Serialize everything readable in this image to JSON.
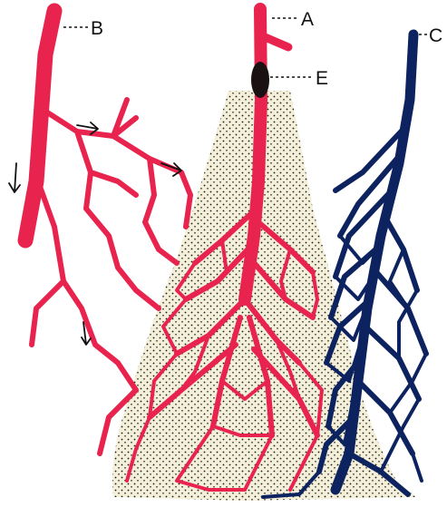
{
  "labels": {
    "a": "A",
    "b": "B",
    "c": "C",
    "e": "E"
  },
  "colors": {
    "artery": "#e8234e",
    "vein": "#0d2360",
    "stipple_bg": "#f3efd9",
    "stipple_dot": "#1a1a1a",
    "ink": "#111111",
    "background": "#ffffff"
  }
}
